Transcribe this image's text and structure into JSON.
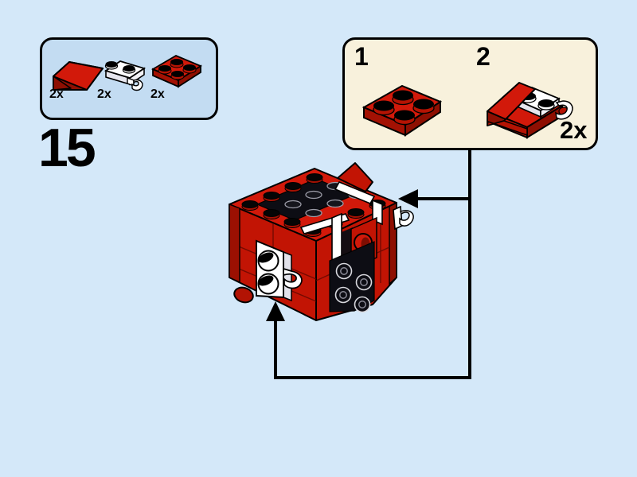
{
  "step_number": "15",
  "parts_box": {
    "items": [
      {
        "icon": "red-slope-1x2",
        "count": "2x"
      },
      {
        "icon": "white-clip-plate-1x2",
        "count": "2x"
      },
      {
        "icon": "red-plate-2x2",
        "count": "2x"
      }
    ]
  },
  "substeps_box": {
    "step1_label": "1",
    "step2_label": "2",
    "step1_icon": "red-plate-2x2",
    "step2_icon": "assembly-slope-and-clip-plate-on-red-plate",
    "quantity": "2x"
  },
  "model": {
    "icon": "partially-built-red-model",
    "arrows": [
      "arrow-left-into-top-right",
      "arrow-up-into-bottom-left"
    ]
  },
  "colors": {
    "page_bg": "#d4e8f9",
    "parts_box_bg": "#c3dcf2",
    "substeps_box_bg": "#f8f1dc",
    "brick_red_bright": "#d2190a",
    "brick_red": "#c21404",
    "brick_red_dark": "#a31103",
    "brick_red_darkest": "#7e0d02",
    "brick_black": "#0d0d14",
    "brick_white": "#ffffff",
    "outline": "#000000"
  }
}
